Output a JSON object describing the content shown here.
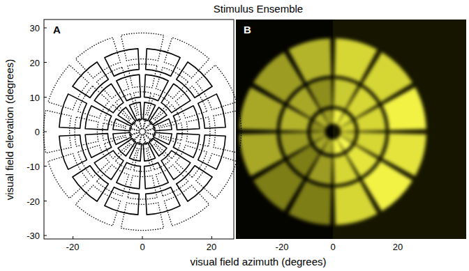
{
  "diagram": {
    "title": "Stimulus Ensemble",
    "labels": [
      "A",
      "B",
      "30",
      "20",
      "10",
      "0",
      "-10",
      "-20",
      "-30",
      "-20",
      "0",
      "20",
      "-20",
      "0",
      "20",
      "visual field  elevation (degrees)",
      "visual field azimuth (degrees)"
    ]
  }
}
